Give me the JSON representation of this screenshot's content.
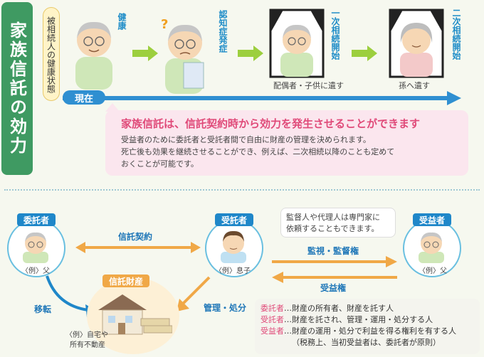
{
  "sidebar_title": "家族信託の効力",
  "health_label": "被相続人の健康状態",
  "stages": {
    "healthy": "健康",
    "dementia": "認知症発症",
    "first_inheritance": "一次相続開始",
    "second_inheritance": "二次相続開始"
  },
  "captions": {
    "first": "配偶者・子供に遺す",
    "second": "孫へ遺す"
  },
  "now_label": "現在",
  "effect": {
    "heading": "家族信託は、信託契約時から効力を発生させることができます",
    "line1": "受益者のために委託者と受託者間で自由に財産の管理を決められます。",
    "line2": "死亡後も効果を継続させることができ、例えば、二次相続以降のことも定めて",
    "line3": "おくことが可能です。"
  },
  "roles": {
    "settlor": {
      "tag": "委託者",
      "example": "〈例〉父"
    },
    "trustee": {
      "tag": "受託者",
      "example": "〈例〉息子"
    },
    "beneficiary": {
      "tag": "受益者",
      "example": "〈例〉父"
    }
  },
  "relations": {
    "contract": "信託契約",
    "oversight": "監視・監督権",
    "beneficial_right": "受益権",
    "management": "管理・処分",
    "transfer": "移転"
  },
  "trust_property": {
    "tag": "信託財産",
    "caption1": "〈例〉自宅や",
    "caption2": "所有不動産"
  },
  "note": {
    "line1": "監督人や代理人は専門家に",
    "line2": "依頼することもできます。"
  },
  "definitions": {
    "settlor_term": "委託者",
    "settlor_desc": "…財産の所有者、財産を託す人",
    "trustee_term": "受託者",
    "trustee_desc": "…財産を託され、管理・運用・処分する人",
    "beneficiary_term": "受益者",
    "beneficiary_desc": "…財産の運用・処分で利益を得る権利を有する人",
    "tax_note": "（税務上、当初受益者は、委託者が原則）"
  },
  "colors": {
    "green": "#3f9a62",
    "blue": "#2f8fd1",
    "pink": "#e04a79",
    "arrow_green": "#9ccf3e",
    "arrow_orange": "#f0a847"
  }
}
